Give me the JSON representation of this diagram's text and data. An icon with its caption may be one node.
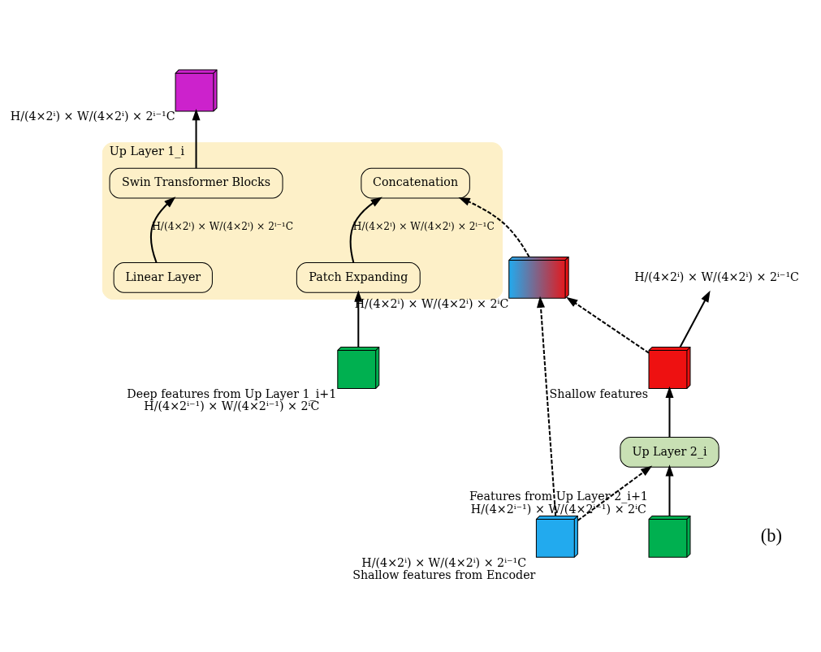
{
  "diagram": {
    "nodes": [
      {
        "text": [
          "Up Layer 1_i"
        ]
      },
      {
        "text": [
          "Swin Transformer Blocks"
        ],
        "in": 0
      },
      {
        "text": [
          "Linear Layer"
        ],
        "in": 0
      },
      {
        "text": [
          "Concatenation"
        ],
        "in": 0
      },
      {
        "text": [
          "Patch Expanding"
        ],
        "in": 0
      },
      {
        "text": [],
        "shape": "box",
        "beside": [
          "H/(4×2ⁱ) × W/(4×2ⁱ) × 2ⁱ⁻¹C"
        ]
      },
      {
        "text": [
          "H/(4×2ⁱ) × W/(4×2ⁱ) × 2ⁱ⁻¹C"
        ]
      },
      {
        "text": [],
        "shape": "box",
        "beside": [
          "Shallow features"
        ]
      },
      {
        "text": [],
        "shape": "box",
        "beside": [
          "H/(4×2ⁱ) × W/(4×2ⁱ) × 2ⁱC"
        ]
      },
      {
        "text": [],
        "shape": "box",
        "beside": [
          "H/(4×2ⁱ) × W/(4×2ⁱ) × 2ⁱ⁻¹C",
          "Shallow features from Encoder"
        ]
      },
      {
        "text": [
          "Up Layer 2_i"
        ]
      },
      {
        "text": [],
        "shape": "box",
        "beside": [
          "Features from Up Layer 2_i+1",
          "H/(4×2ⁱ⁻¹) × W/(4×2ⁱ⁻¹) × 2ⁱC"
        ]
      },
      {
        "text": [],
        "shape": "box",
        "beside": [
          "Deep features from Up Layer 1_i+1",
          "H/(4×2ⁱ⁻¹) × W/(4×2ⁱ⁻¹) × 2ⁱC"
        ]
      }
    ],
    "edges": [
      {
        "from": 9,
        "to": 10,
        "arrow": "to",
        "style": "dashed"
      },
      {
        "from": 9,
        "to": 8,
        "arrow": "to",
        "style": "dashed"
      },
      {
        "from": 11,
        "to": 10,
        "arrow": "to"
      },
      {
        "from": 10,
        "to": 7,
        "arrow": "to"
      },
      {
        "from": 7,
        "to": 6,
        "arrow": "to"
      },
      {
        "from": 7,
        "to": 8,
        "arrow": "to",
        "style": "dashed"
      },
      {
        "from": 8,
        "to": 3,
        "arrow": "to",
        "style": "dashed"
      },
      {
        "from": 12,
        "to": 4,
        "arrow": "to"
      },
      {
        "from": 4,
        "to": 3,
        "arrow": "to",
        "label": "H/(4×2ⁱ) × W/(4×2ⁱ) × 2ⁱ⁻¹C"
      },
      {
        "from": 2,
        "to": 1,
        "arrow": "to",
        "label": "H/(4×2ⁱ) × W/(4×2ⁱ) × 2ⁱ⁻¹C"
      },
      {
        "from": 1,
        "to": 5,
        "arrow": "to"
      }
    ],
    "labels": [
      "(b)"
    ]
  }
}
